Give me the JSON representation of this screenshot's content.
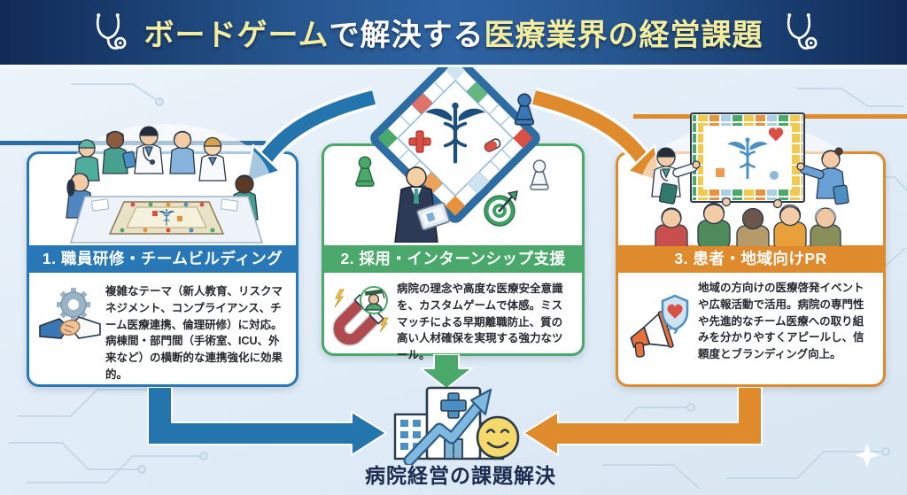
{
  "header": {
    "title_part1": "ボードゲーム",
    "title_part2": "で解決する",
    "title_part3": "医療業界の経営課題"
  },
  "sections": [
    {
      "heading": "1. 職員研修・チームビルディング",
      "body": "複雑なテーマ（新人教育、リスクマネジメント、コンプライアンス、チーム医療連携、倫理研修）に対応。病棟間・部門間（手術室、ICU、外来など）の横断的な連携強化に効果的。",
      "icon": "handshake-gear-icon",
      "accent_color": "#2878b8"
    },
    {
      "heading": "2. 採用・インターンシップ支援",
      "body": "病院の理念や高度な医療安全意識を、カスタムゲームで体感。ミスマッチによる早期離職防止、質の高い人材確保を実現する強力なツール。",
      "icon": "magnet-recruitment-icon",
      "accent_color": "#4aa96a"
    },
    {
      "heading": "3. 患者・地域向けPR",
      "body": "地域の方向けの医療啓発イベントや広報活動で活用。病院の専門性や先進的なチーム医療への取り組みを分かりやすくアピールし、信頼度とブランディング向上。",
      "icon": "megaphone-heart-shield-icon",
      "accent_color": "#e08a2e"
    }
  ],
  "outcome": {
    "caption": "病院経営の課題解決",
    "icon": "hospital-growth-smiley-illustration"
  },
  "illustrations": {
    "center": "medical-board-game-illustration",
    "left": "medical-team-playing-illustration",
    "right": "community-presentation-illustration"
  },
  "decorations": {
    "header_icon": "stethoscope-icon",
    "background": "circuit-pattern",
    "sparkle": "sparkle-star"
  },
  "palette": {
    "header_navy": "#14315f",
    "title_yellow": "#f3eda0",
    "box1_blue": "#2878b8",
    "box2_green": "#4aa96a",
    "box3_orange": "#e08a2e",
    "background_light_blue": "#e6eff7",
    "caption_navy": "#1b2b4f"
  }
}
